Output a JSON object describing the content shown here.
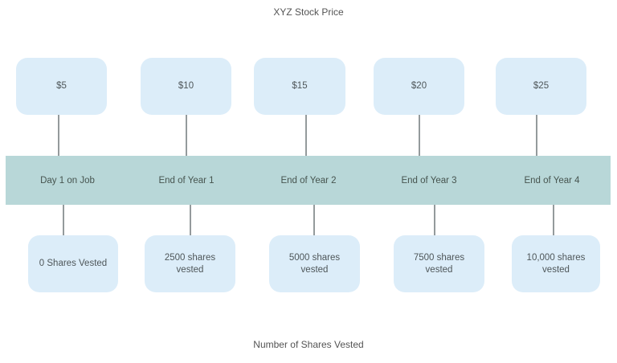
{
  "title": "XYZ Stock Price",
  "footer": "Number of Shares Vested",
  "colors": {
    "box_fill": "#dcedf9",
    "band_fill": "#b8d7d8",
    "connector": "#949a9c"
  },
  "milestones": [
    {
      "price": "$5",
      "timeline_label": "Day 1 on Job",
      "shares": "0 Shares Vested"
    },
    {
      "price": "$10",
      "timeline_label": "End of Year 1",
      "shares": "2500 shares vested"
    },
    {
      "price": "$15",
      "timeline_label": "End of Year 2",
      "shares": "5000 shares vested"
    },
    {
      "price": "$20",
      "timeline_label": "End of Year 3",
      "shares": "7500 shares vested"
    },
    {
      "price": "$25",
      "timeline_label": "End of Year 4",
      "shares": "10,000 shares vested"
    }
  ]
}
